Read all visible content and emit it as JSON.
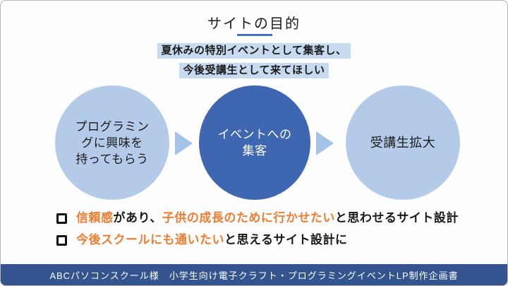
{
  "colors": {
    "accent_blue": "#4472C4",
    "circle_light": "#B3CBE9",
    "circle_dark": "#3E66B1",
    "arrow_blue": "#A5C3E6",
    "highlight_blue": "#C7DAF0",
    "accent_orange": "#ED7D31",
    "footer_bar": "#33548E",
    "footer_text": "#FFFFFF",
    "text_black": "#1A1A1A"
  },
  "title": "サイトの目的",
  "subtitle_lines": [
    "夏休みの特別イベントとして集客し、",
    "今後受講生として来てほしい"
  ],
  "flow": {
    "steps": [
      {
        "label": "プログラミン\nグに興味を\n持ってもらう",
        "variant": "light"
      },
      {
        "label": "イベントへの\n集客",
        "variant": "dark"
      },
      {
        "label": "受講生拡大",
        "variant": "light"
      }
    ]
  },
  "bullets": [
    {
      "segments": [
        {
          "text": "信頼感",
          "color": "orange"
        },
        {
          "text": "があり、",
          "color": "black"
        },
        {
          "text": "子供の成長のために行かせたい",
          "color": "orange"
        },
        {
          "text": "と思わせるサイト設計",
          "color": "black"
        }
      ]
    },
    {
      "segments": [
        {
          "text": "今後スクールにも通いたい",
          "color": "orange"
        },
        {
          "text": "と思えるサイト設計に",
          "color": "black"
        }
      ]
    }
  ],
  "footer": {
    "text": "ABCパソコンスクール様　小学生向け電子クラフト・プログラミングイベントLP制作企画書"
  }
}
